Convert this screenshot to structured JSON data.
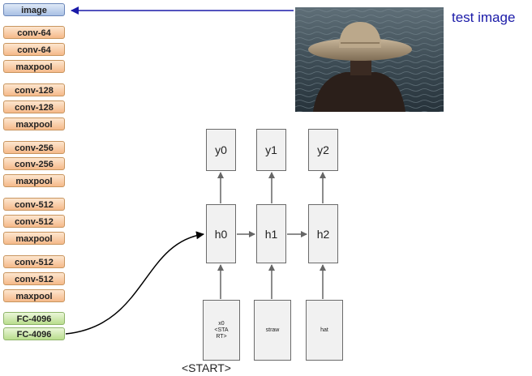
{
  "cnn_layers": [
    {
      "label": "image",
      "kind": "input"
    },
    {
      "label": "conv-64",
      "kind": "conv"
    },
    {
      "label": "conv-64",
      "kind": "conv"
    },
    {
      "label": "maxpool",
      "kind": "pool"
    },
    {
      "label": "conv-128",
      "kind": "conv"
    },
    {
      "label": "conv-128",
      "kind": "conv"
    },
    {
      "label": "maxpool",
      "kind": "pool"
    },
    {
      "label": "conv-256",
      "kind": "conv"
    },
    {
      "label": "conv-256",
      "kind": "conv"
    },
    {
      "label": "maxpool",
      "kind": "pool"
    },
    {
      "label": "conv-512",
      "kind": "conv"
    },
    {
      "label": "conv-512",
      "kind": "conv"
    },
    {
      "label": "maxpool",
      "kind": "pool"
    },
    {
      "label": "conv-512",
      "kind": "conv"
    },
    {
      "label": "conv-512",
      "kind": "conv"
    },
    {
      "label": "maxpool",
      "kind": "pool"
    },
    {
      "label": "FC-4096",
      "kind": "fc"
    },
    {
      "label": "FC-4096",
      "kind": "fc"
    }
  ],
  "test_image_caption": "test image",
  "rnn": {
    "outputs": [
      "y0",
      "y1",
      "y2"
    ],
    "hidden": [
      "h0",
      "h1",
      "h2"
    ],
    "inputs": [
      "x0\n<STA\nRT>",
      "straw",
      "hat"
    ],
    "start_label": "<START>"
  },
  "colors": {
    "input_layer": "#a9c0e4",
    "conv_layer": "#f5b98a",
    "fc_layer": "#b9dd8d",
    "caption": "#1a1aa8",
    "arrow_blue": "#1a1aa8",
    "node_fill": "#f1f1f1",
    "node_border": "#6b6b6b"
  }
}
